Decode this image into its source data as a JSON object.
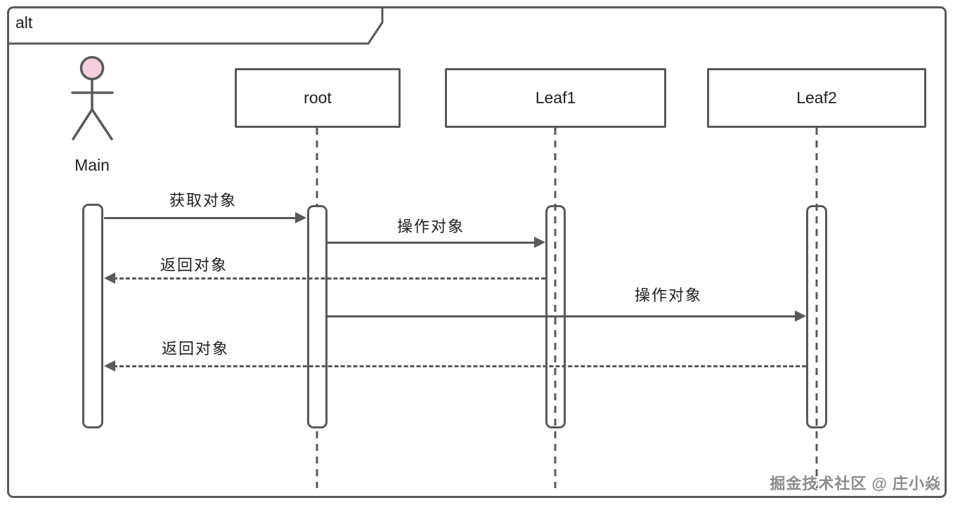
{
  "frame": {
    "operator_label": "alt"
  },
  "actor": {
    "name": "Main"
  },
  "participants": [
    {
      "id": "root",
      "label": "root"
    },
    {
      "id": "leaf1",
      "label": "Leaf1"
    },
    {
      "id": "leaf2",
      "label": "Leaf2"
    }
  ],
  "messages": [
    {
      "label": "获取对象",
      "from": "Main",
      "to": "root",
      "line": "solid",
      "direction": "right"
    },
    {
      "label": "操作对象",
      "from": "root",
      "to": "Leaf1",
      "line": "solid",
      "direction": "right"
    },
    {
      "label": "返回对象",
      "from": "Leaf1",
      "to": "Main",
      "line": "dashed",
      "direction": "left"
    },
    {
      "label": "操作对象",
      "from": "root",
      "to": "Leaf2",
      "line": "solid",
      "direction": "right"
    },
    {
      "label": "返回对象",
      "from": "Leaf2",
      "to": "Main",
      "line": "dashed",
      "direction": "left"
    }
  ],
  "watermark": "掘金技术社区 @ 庄小焱",
  "colors": {
    "stroke": "#595959",
    "text": "#1f1f1f",
    "actor_head_fill": "#f5cfe0",
    "watermark_text": "#8c8c8c",
    "background": "#ffffff"
  }
}
